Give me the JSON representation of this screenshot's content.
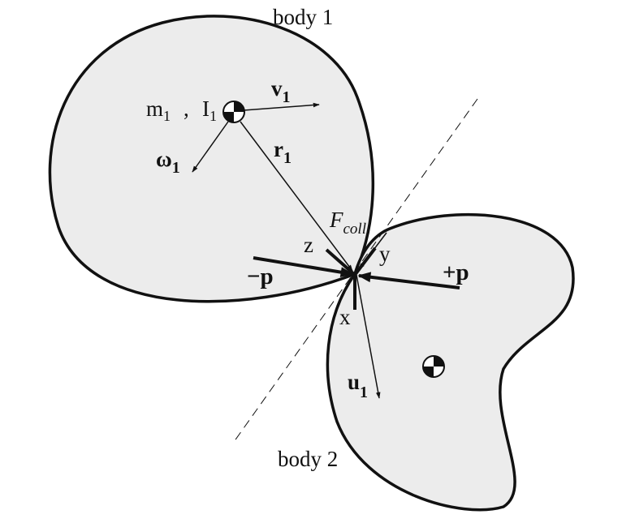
{
  "body1": {
    "label": "body 1",
    "mass": "m",
    "mass_sub": "1",
    "inertia": "I",
    "inertia_sub": "1"
  },
  "body2": {
    "label": "body 2"
  },
  "vectors": {
    "v1": "v",
    "v1_sub": "1",
    "omega1": "ω",
    "omega1_sub": "1",
    "r1": "r",
    "r1_sub": "1",
    "u1": "u",
    "u1_sub": "1",
    "fcoll": "F",
    "fcoll_sub": "coll",
    "minus_p": "−p",
    "plus_p": "+p"
  },
  "axes": {
    "x": "x",
    "y": "y",
    "z": "z"
  },
  "punct": {
    "comma": ","
  },
  "colors": {
    "body_fill": "#ececec",
    "stroke": "#111111",
    "background": "#ffffff"
  },
  "icons": {
    "center_of_mass": "center-of-mass-icon"
  }
}
